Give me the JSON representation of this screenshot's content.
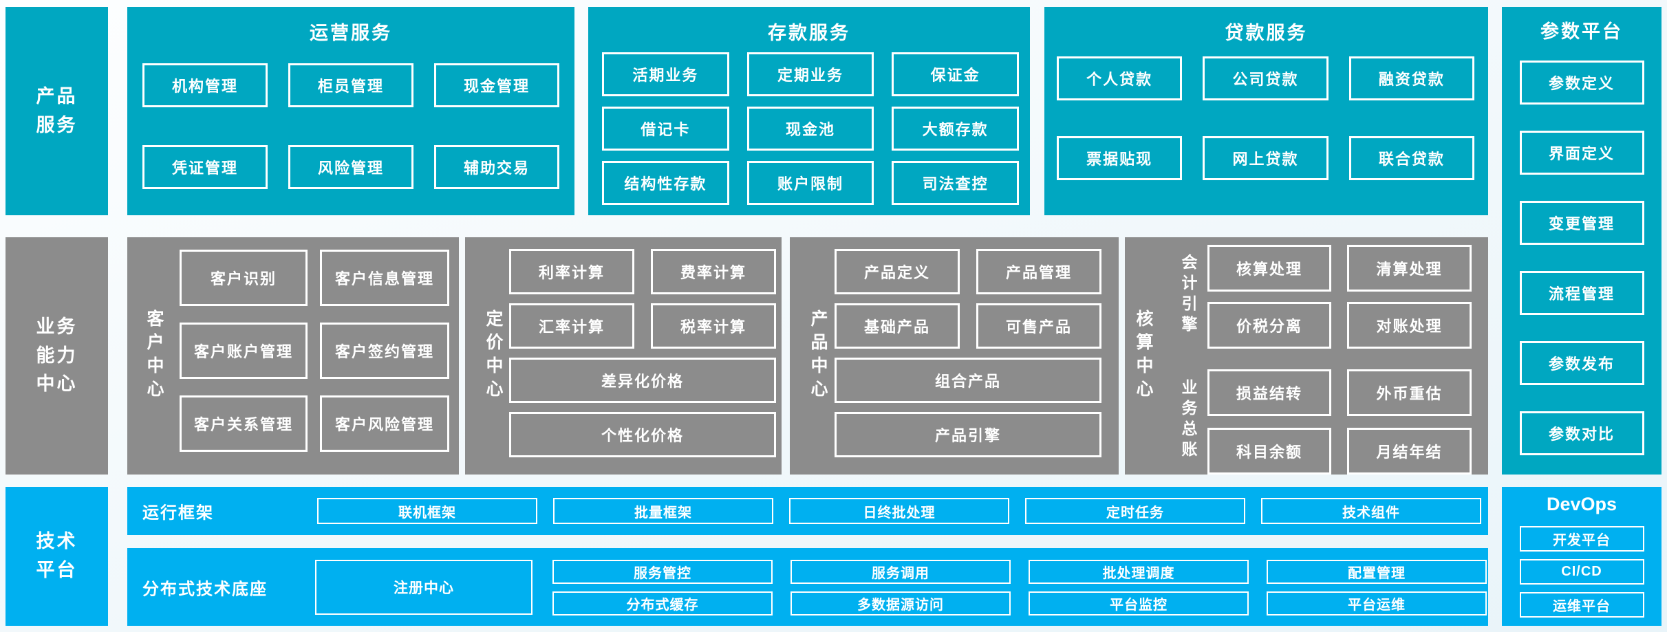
{
  "palette": {
    "teal": "#00a7c1",
    "blue": "#00b0f0",
    "gray": "#8c8c8c",
    "box_border": "#ffffff",
    "text": "#ffffff"
  },
  "rails": {
    "product": {
      "lines": [
        "产品",
        "服务"
      ]
    },
    "business": {
      "lines": [
        "业务",
        "能力",
        "中心"
      ]
    },
    "tech": {
      "lines": [
        "技术",
        "平台"
      ]
    }
  },
  "sections": {
    "operations": {
      "title": "运营服务",
      "boxes": [
        "机构管理",
        "柜员管理",
        "现金管理",
        "凭证管理",
        "风险管理",
        "辅助交易"
      ]
    },
    "deposits": {
      "title": "存款服务",
      "boxes": [
        "活期业务",
        "定期业务",
        "保证金",
        "借记卡",
        "现金池",
        "大额存款",
        "结构性存款",
        "账户限制",
        "司法查控"
      ]
    },
    "loans": {
      "title": "贷款服务",
      "boxes": [
        "个人贷款",
        "公司贷款",
        "融资贷款",
        "票据贴现",
        "网上贷款",
        "联合贷款"
      ]
    },
    "params": {
      "title": "参数平台",
      "boxes": [
        "参数定义",
        "界面定义",
        "变更管理",
        "流程管理",
        "参数发布",
        "参数对比"
      ]
    },
    "customer": {
      "label": "客户中心",
      "boxes": [
        "客户识别",
        "客户信息管理",
        "客户账户管理",
        "客户签约管理",
        "客户关系管理",
        "客户风险管理"
      ]
    },
    "pricing": {
      "label": "定价中心",
      "small": [
        "利率计算",
        "费率计算",
        "汇率计算",
        "税率计算"
      ],
      "wide": [
        "差异化价格",
        "个性化价格"
      ]
    },
    "products": {
      "label": "产品中心",
      "small": [
        "产品定义",
        "产品管理",
        "基础产品",
        "可售产品"
      ],
      "wide": [
        "组合产品",
        "产品引擎"
      ]
    },
    "accounting": {
      "label": "核算中心",
      "groups": [
        {
          "label": "会计引擎",
          "boxes": [
            "核算处理",
            "清算处理",
            "价税分离",
            "对账处理"
          ]
        },
        {
          "label": "业务总账",
          "boxes": [
            "损益结转",
            "外币重估",
            "科目余额",
            "月结年结"
          ]
        }
      ]
    },
    "runtime": {
      "label": "运行框架",
      "boxes": [
        "联机框架",
        "批量框架",
        "日终批处理",
        "定时任务",
        "技术组件"
      ]
    },
    "distributed": {
      "label": "分布式技术底座",
      "registry": "注册中心",
      "columns": [
        {
          "top": "服务管控",
          "bottom": "分布式缓存"
        },
        {
          "top": "服务调用",
          "bottom": "多数据源访问"
        },
        {
          "top": "批处理调度",
          "bottom": "平台监控"
        },
        {
          "top": "配置管理",
          "bottom": "平台运维"
        }
      ]
    },
    "devops": {
      "title": "DevOps",
      "boxes": [
        "开发平台",
        "CI/CD",
        "运维平台"
      ]
    }
  }
}
